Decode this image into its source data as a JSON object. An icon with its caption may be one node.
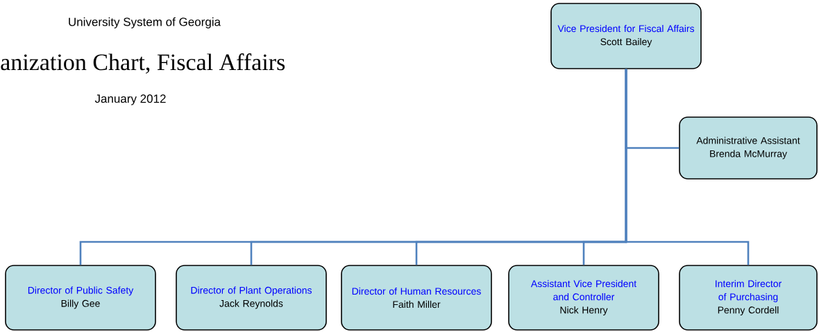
{
  "diagram": {
    "title": "anization Chart, Fiscal Affairs",
    "nodes": [
      {
        "text": [
          "Vice President for Fiscal Affairs",
          "Scott Bailey"
        ]
      },
      {
        "text": [
          "Administrative Assistant",
          "Brenda McMurray"
        ]
      },
      {
        "text": [
          "Director of Public Safety",
          "Billy Gee"
        ]
      },
      {
        "text": [
          "Director of Plant Operations",
          "Jack Reynolds"
        ]
      },
      {
        "text": [
          "Director of Human Resources",
          "Faith Miller"
        ]
      },
      {
        "text": [
          "Assistant Vice President and Controller",
          "Nick Henry"
        ]
      },
      {
        "text": [
          "Interim Director of Purchasing",
          "Penny Cordell"
        ]
      }
    ],
    "edges": [
      {
        "from": 0,
        "to": 1,
        "arrow": "none"
      },
      {
        "from": 0,
        "to": 2,
        "arrow": "none"
      },
      {
        "from": 0,
        "to": 3,
        "arrow": "none"
      },
      {
        "from": 0,
        "to": 4,
        "arrow": "none"
      },
      {
        "from": 0,
        "to": 5,
        "arrow": "none"
      },
      {
        "from": 0,
        "to": 6,
        "arrow": "none"
      }
    ],
    "labels": [
      "University System of Georgia",
      "January 2012"
    ]
  }
}
